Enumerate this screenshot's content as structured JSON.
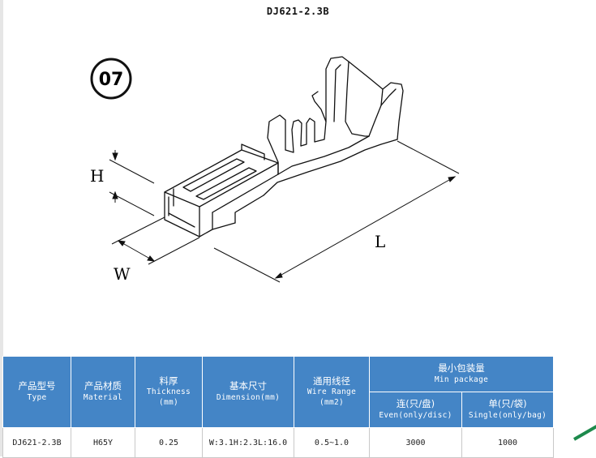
{
  "title": "DJ621-2.3B",
  "badge": "07",
  "dimensions": {
    "height": "H",
    "width": "W",
    "length": "L"
  },
  "table": {
    "group_header": {
      "cn": "最小包装量",
      "en": "Min package"
    },
    "headers": [
      {
        "cn": "产品型号",
        "en": "Type"
      },
      {
        "cn": "产品材质",
        "en": "Material"
      },
      {
        "cn": "料厚",
        "en": "Thickness",
        "unit": "(mm)"
      },
      {
        "cn": "基本尺寸",
        "en": "Dimension(mm)"
      },
      {
        "cn": "通用线径",
        "en": "Wire Range",
        "unit": "(mm2)"
      }
    ],
    "sub_headers": [
      {
        "cn": "连(只/盘)",
        "en": "Even(only/disc)"
      },
      {
        "cn": "单(只/袋)",
        "en": "Single(only/bag)"
      }
    ],
    "row": {
      "type": "DJ621-2.3B",
      "material": "H65Y",
      "thickness": "0.25",
      "dimension": "W:3.1H:2.3L:16.0",
      "wire_range": "0.5~1.0",
      "even": "3000",
      "single": "1000"
    }
  }
}
